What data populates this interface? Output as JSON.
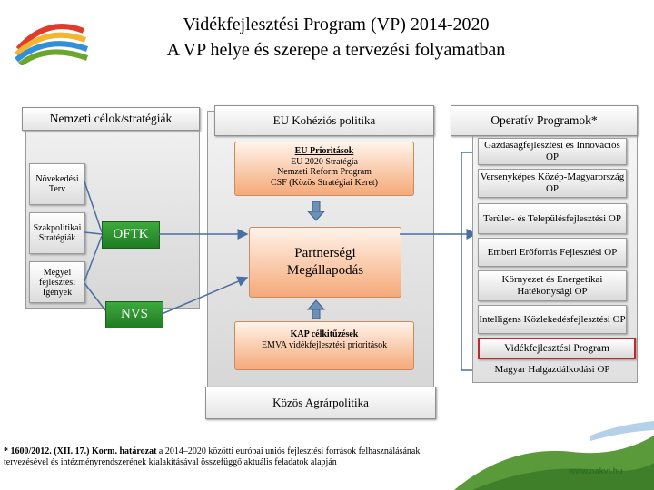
{
  "header": {
    "title_line1": "Vidékfejlesztési Program (VP) 2014-2020",
    "title_line2": "A VP helye és szerepe a tervezési folyamatban"
  },
  "left": {
    "heading": "Nemzeti célok/stratégiák",
    "items": [
      {
        "label": "Növekedési Terv"
      },
      {
        "label": "Szakpolitikai Stratégiák"
      },
      {
        "label": "Megyei fejlesztési Igények"
      }
    ]
  },
  "middle": {
    "heading": "EU Kohéziós politika",
    "priorities": {
      "title": "EU Prioritások",
      "lines": [
        "EU 2020 Stratégia",
        "Nemzeti Reform Program",
        "CSF (Közös Stratégiai Keret)"
      ]
    },
    "partnership": {
      "line1": "Partnerségi",
      "line2": "Megállapodás"
    },
    "kap": {
      "title": "KAP célkitűzések",
      "text": "EMVA vidékfejlesztési prioritások"
    },
    "bottom": "Közös Agrárpolitika"
  },
  "badges": {
    "oftk": "OFTK",
    "nvs": "NVS"
  },
  "right": {
    "heading": "Operatív Programok*",
    "items": [
      {
        "label": "Gazdaságfejlesztési és Innovációs OP"
      },
      {
        "label": "Versenyképes Közép-Magyarország OP"
      },
      {
        "label": "Terület- és Településfejlesztési OP"
      },
      {
        "label": "Emberi Erőforrás Fejlesztési OP"
      },
      {
        "label": "Környezet és Energetikai Hatékonysági OP"
      },
      {
        "label": "Intelligens Közlekedésfejlesztési OP"
      },
      {
        "label": "Vidékfejlesztési Program"
      },
      {
        "label": "Magyar Halgazdálkodási OP"
      }
    ],
    "highlight_color": "#c0282d"
  },
  "footnote": {
    "bold": "* 1600/2012. (XII. 17.) Korm. határozat",
    "text": " a 2014–2020 közötti európai uniós fejlesztési források felhasználásának tervezésével és intézményrendszerének kialakításával összefüggő aktuális feladatok alapján"
  },
  "website": "www.nakvi.hu",
  "colors": {
    "green": "#2a922c",
    "peach": "#f5a978",
    "arrow": "#5b7fa6",
    "highlight": "#c0282d"
  }
}
